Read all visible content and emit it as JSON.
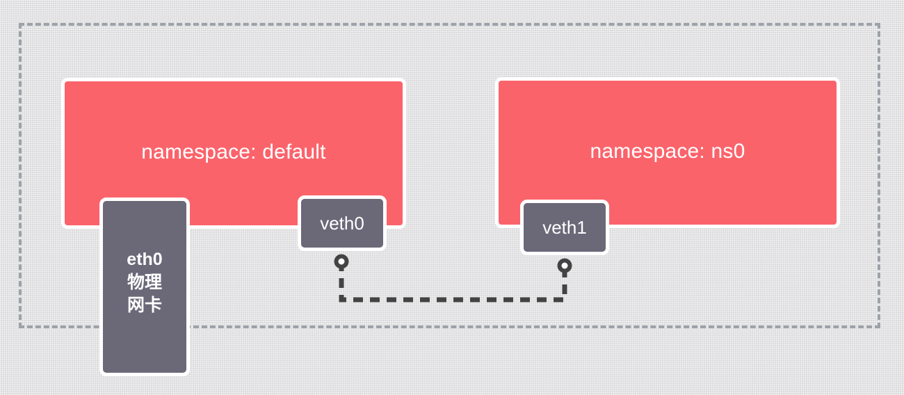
{
  "diagram": {
    "title": "Linux network namespace veth pair",
    "background_color": "#e0e0e2",
    "host_boundary": {
      "name": "host-root-network-boundary",
      "style": "dashed",
      "color": "#9ca2a8"
    },
    "namespaces": [
      {
        "id": "default",
        "label": "namespace: default",
        "color": "#fb636b",
        "text_color": "#ffffff"
      },
      {
        "id": "ns0",
        "label": "namespace: ns0",
        "color": "#fb636b",
        "text_color": "#ffffff"
      }
    ],
    "interfaces": [
      {
        "id": "eth0",
        "label": "eth0\n物理\n网卡",
        "color": "#6b6878",
        "text_color": "#ffffff"
      },
      {
        "id": "veth0",
        "label": "veth0",
        "color": "#6b6878",
        "text_color": "#ffffff"
      },
      {
        "id": "veth1",
        "label": "veth1",
        "color": "#6b6878",
        "text_color": "#ffffff"
      }
    ],
    "link": {
      "id": "veth-pair-link",
      "style": "dashed",
      "color": "#434343",
      "endpoint_fill": "#ffffff",
      "endpoint_stroke": "#434343"
    }
  }
}
